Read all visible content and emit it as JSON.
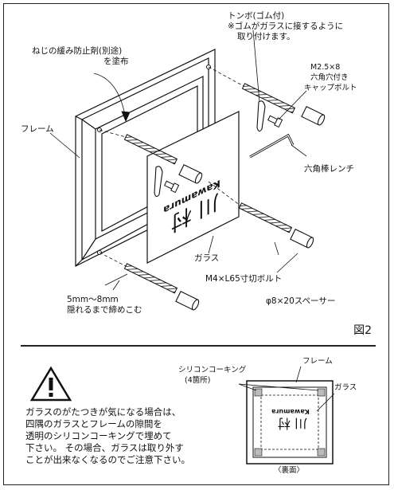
{
  "figure": {
    "label": "図2",
    "callouts": {
      "thread_lock": [
        "ねじの緩み防止剤(別途)",
        "を塗布"
      ],
      "frame": "フレーム",
      "tonbo": [
        "トンボ(ゴム付)",
        "※ゴムがガラスに接するように",
        "取り付けます。"
      ],
      "cap_bolt": [
        "M2.5×8",
        "六角穴付き",
        "キャップボルト"
      ],
      "hex_wrench": "六角棒レンチ",
      "glass": "ガラス",
      "bolt": "M4×L65寸切ボルト",
      "spacer": "φ8×20スペーサー",
      "depth": [
        "5mm〜8mm",
        "隠れるまで締めこむ"
      ]
    },
    "glass_sign": {
      "kanji": "川村",
      "romaji": "Kawamura"
    }
  },
  "bottom": {
    "warning_icon": "warning-triangle-icon",
    "note_lines": [
      "ガラスのがたつきが気になる場合は、",
      "四隅のガラスとフレームの隙間を",
      "透明のシリコンコーキングで埋めて",
      "下さい。 その場合、ガラスは取り外す",
      "ことが出来なくなるのでご注意下さい。"
    ],
    "back_diagram": {
      "caulking": [
        "シリコンコーキング",
        "(4箇所)"
      ],
      "frame": "フレーム",
      "glass": "ガラス",
      "caption": "〈裏面〉"
    }
  }
}
